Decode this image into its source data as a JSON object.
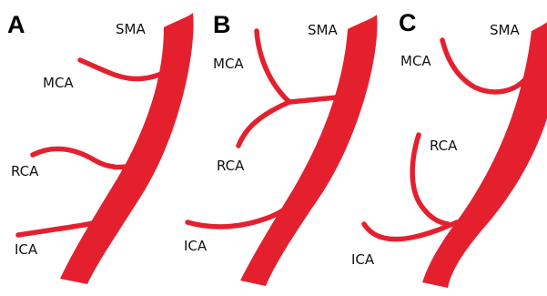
{
  "colors": {
    "vessel": "#E5202E",
    "text": "#111111",
    "background": "#FFFFFF"
  },
  "panels": [
    {
      "letter": "A",
      "labels": {
        "sma": "SMA",
        "mca": "MCA",
        "rca": "RCA",
        "ica": "ICA"
      }
    },
    {
      "letter": "B",
      "labels": {
        "sma": "SMA",
        "mca": "MCA",
        "rca": "RCA",
        "ica": "ICA"
      }
    },
    {
      "letter": "C",
      "labels": {
        "sma": "SMA",
        "mca": "MCA",
        "rca": "RCA",
        "ica": "ICA"
      }
    }
  ]
}
